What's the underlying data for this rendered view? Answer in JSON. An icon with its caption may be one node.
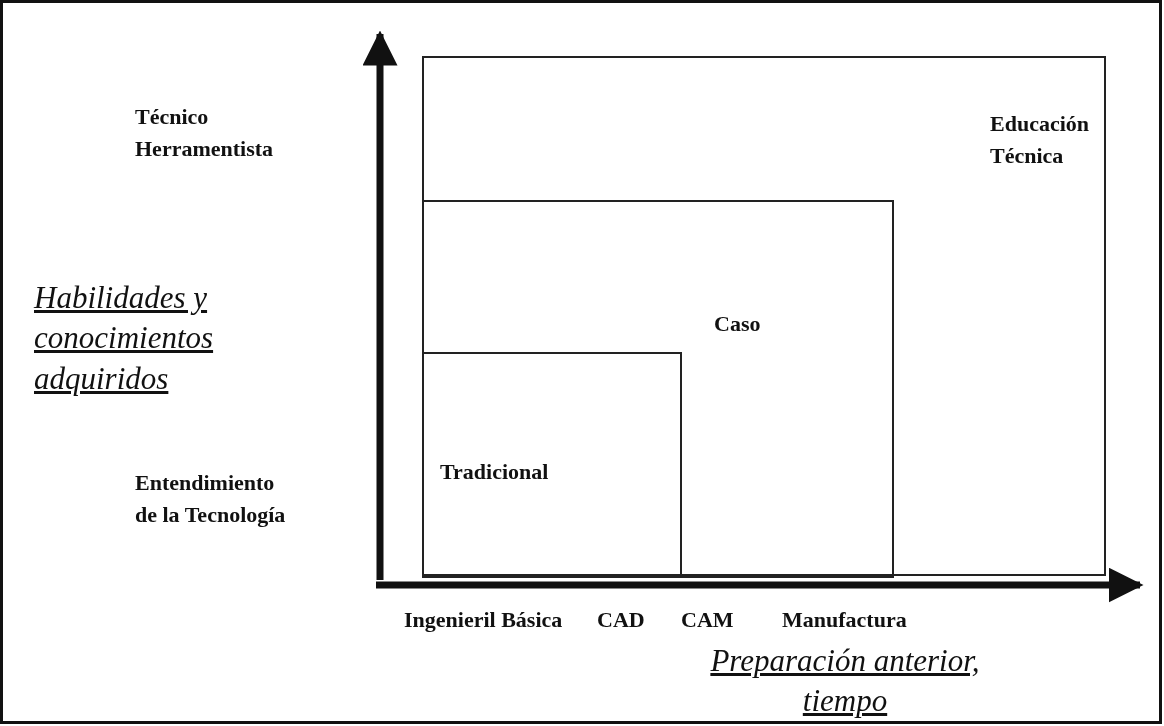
{
  "diagram": {
    "nodes": [
      {
        "text": [
          "Educación Técnica"
        ]
      },
      {
        "text": [
          "Caso"
        ],
        "in": 0
      },
      {
        "text": [
          "Tradicional"
        ],
        "in": 1
      }
    ],
    "labels": [
      "Técnico Herramentista",
      "Habilidades y conocimientos adquiridos",
      "Entendimiento de la Tecnología",
      "Ingenieril Básica",
      "CAD",
      "CAM",
      "Manufactura",
      "Preparación anterior, tiempo"
    ]
  }
}
